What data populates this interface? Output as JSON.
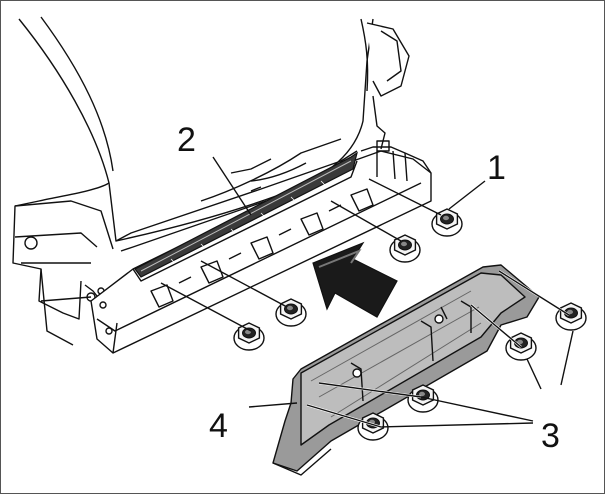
{
  "diagram": {
    "callouts": [
      {
        "id": "1",
        "text": "1"
      },
      {
        "id": "2",
        "text": "2"
      },
      {
        "id": "3",
        "text": "3"
      },
      {
        "id": "4",
        "text": "4"
      }
    ],
    "colors": {
      "line": "#111111",
      "fill_light": "#ffffff",
      "fill_grey": "#9a9a9a",
      "fill_dark": "#555555",
      "arrow": "#111111"
    },
    "icons": {
      "arrow": "direction-arrow-icon",
      "nut": "hex-nut-icon"
    }
  }
}
